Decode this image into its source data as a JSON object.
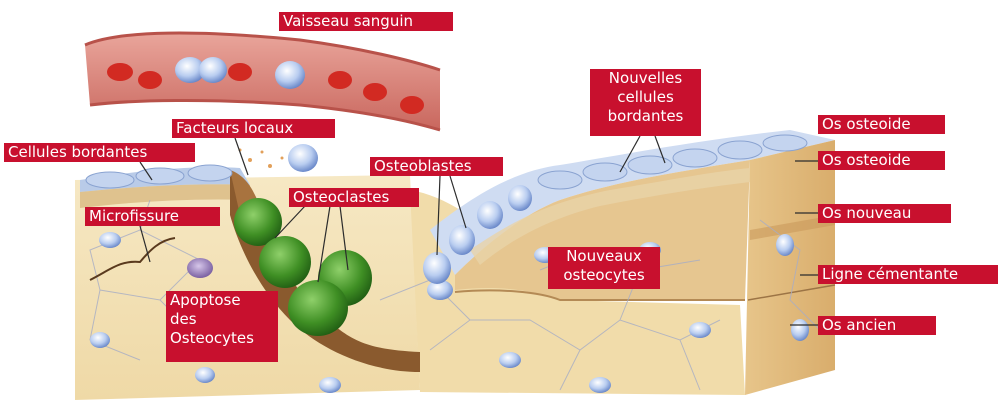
{
  "colors": {
    "label_bg": "#c8102e",
    "label_text": "#ffffff",
    "blood_vessel": "#d6857b",
    "red_cell": "#d0281f",
    "osteoclast": "#4c9a2a",
    "lining_cells": "#a9c1e0",
    "new_bone": "#e1b67e",
    "old_bone": "#f4e3b8",
    "cement_line": "#7b5a34"
  },
  "labels": {
    "vaisseau_sanguin": "Vaisseau sanguin",
    "facteurs_locaux": "Facteurs locaux",
    "cellules_bordantes": "Cellules bordantes",
    "microfissure": "Microfissure",
    "osteoclastes": "Osteoclastes",
    "osteoblastes": "Osteoblastes",
    "apoptose": [
      "Apoptose",
      "des",
      "Osteocytes"
    ],
    "nouvelles_cellules": [
      "Nouvelles",
      "cellules",
      "bordantes"
    ],
    "nouveaux_osteocytes": [
      "Nouveaux",
      "osteocytes"
    ],
    "os_osteoide_1": "Os osteoide",
    "os_osteoide_2": "Os osteoide",
    "os_nouveau": "Os nouveau",
    "ligne_cementante": "Ligne cémentante",
    "os_ancien": "Os ancien"
  }
}
